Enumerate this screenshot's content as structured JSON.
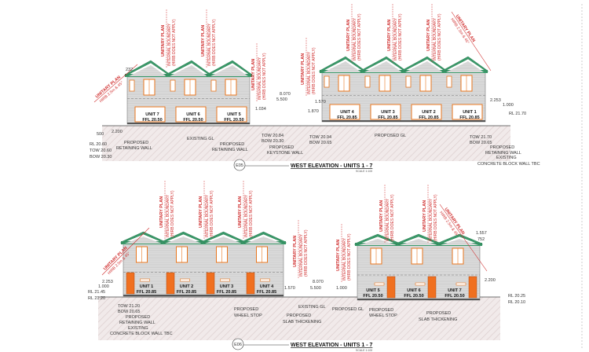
{
  "unitary_plan": {
    "title": "UNITARY PLAN",
    "line1": "INTERNAL BOUNDARY",
    "line2": "(HIRB DOES NOT APPLY)",
    "hirb": "HIRB 2.5m & 45°"
  },
  "colors": {
    "roof": "#3a9a6a",
    "siding": "#d8d8d8",
    "window": "#e8761e",
    "door": "#f07020",
    "annotation": "#d03030",
    "ground": "#e9dfdf"
  },
  "elevations": [
    {
      "id": "E05",
      "title": "WEST ELEVATION - UNITS 1 - 7",
      "scale": "SCALE 1:100",
      "groups": [
        [
          {
            "name": "UNIT 7",
            "ffl": "FFL 20.50"
          },
          {
            "name": "UNIT 6",
            "ffl": "FFL 20.50"
          },
          {
            "name": "UNIT 5",
            "ffl": "FFL 20.50"
          }
        ],
        [
          {
            "name": "UNIT 4",
            "ffl": "FFL 20.85"
          },
          {
            "name": "UNIT 3",
            "ffl": "FFL 20.85"
          },
          {
            "name": "UNIT 2",
            "ffl": "FFL 20.85"
          },
          {
            "name": "UNIT 1",
            "ffl": "FFL 20.85"
          }
        ]
      ],
      "labels": [
        "RL 20.60",
        "TOW 20.60",
        "BOW 20.30",
        "500",
        "2.200",
        "232",
        "PROPOSED",
        "RETAINING WALL",
        "EXISTING GL",
        "PROPOSED",
        "RETAINING WALL",
        "TOW 20.84",
        "BOW 20.30",
        "PROPOSED",
        "KEYSTONE WALL",
        "8.070",
        "5.500",
        "1.570",
        "1.870",
        "1.034",
        "TOW 20.94",
        "BOW 20.65",
        "PROPOSED GL",
        "TOW 21.70",
        "BOW 20.65",
        "PROPOSED",
        "RETAINING WALL",
        "EXISTING",
        "CONCRETE BLOCK WALL TBC",
        "RL 21.70",
        "2.253",
        "1.000"
      ]
    },
    {
      "id": "E06",
      "title": "WEST ELEVATION - UNITS 1 - 7",
      "scale": "SCALE 1:100",
      "groups": [
        [
          {
            "name": "UNIT 1",
            "ffl": "FFL 20.85"
          },
          {
            "name": "UNIT 2",
            "ffl": "FFL 20.85"
          },
          {
            "name": "UNIT 3",
            "ffl": "FFL 20.85"
          },
          {
            "name": "UNIT 4",
            "ffl": "FFL 20.85"
          }
        ],
        [
          {
            "name": "UNIT 5",
            "ffl": "FFL 20.50"
          },
          {
            "name": "UNIT 6",
            "ffl": "FFL 20.50"
          },
          {
            "name": "UNIT 7",
            "ffl": "FFL 20.50"
          }
        ]
      ],
      "labels": [
        "RL 21.45",
        "RL 21.20",
        "2.253",
        "1.000",
        "TOW 21.20",
        "BOW 20.65",
        "PROPOSED",
        "RETAINING WALL",
        "EXISTING",
        "CONCRETE BLOCK WALL TBC",
        "PROPOSED",
        "WHEEL STOP",
        "EXISTING GL",
        "PROPOSED GL",
        "PROPOSED",
        "SLAB THICKENING",
        "8.070",
        "5.500",
        "1.570",
        "1.000",
        "PROPOSED",
        "WHEEL STOP",
        "PROPOSED",
        "SLAB THICKENING",
        "2.200",
        "RL 20.25",
        "RL 20.10",
        "1.557",
        "752"
      ]
    }
  ]
}
